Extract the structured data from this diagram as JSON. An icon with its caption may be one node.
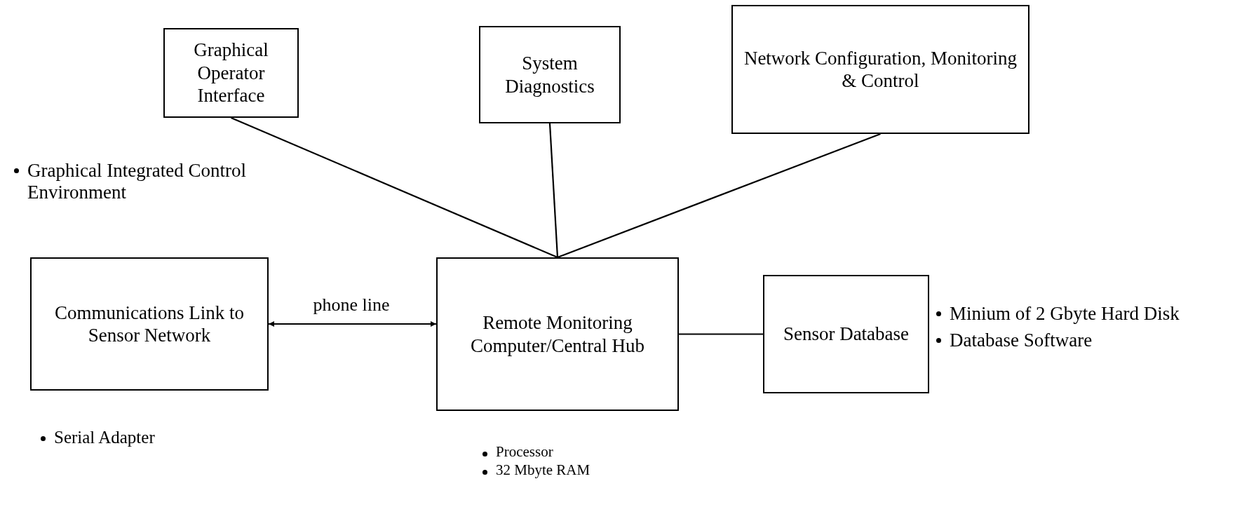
{
  "diagram": {
    "nodes": [
      {
        "text": [
          "Graphical Operator Interface"
        ]
      },
      {
        "text": [
          "System Diagnostics"
        ]
      },
      {
        "text": [
          "Network Configuration, Monitoring & Control"
        ]
      },
      {
        "text": [
          "Communications Link to Sensor Network"
        ]
      },
      {
        "text": [
          "Remote Monitoring Computer/Central Hub"
        ]
      },
      {
        "text": [
          "Sensor Database"
        ]
      }
    ],
    "edges": [
      {
        "from": 0,
        "to": 4,
        "arrow": "none"
      },
      {
        "from": 1,
        "to": 4,
        "arrow": "none"
      },
      {
        "from": 2,
        "to": 4,
        "arrow": "none"
      },
      {
        "from": 3,
        "to": 4,
        "arrow": "both",
        "label": "phone line"
      },
      {
        "from": 4,
        "to": 5,
        "arrow": "none"
      }
    ],
    "labels": [
      "Graphical Integrated Control Environment",
      "Minium of 2 Gbyte Hard Disk",
      "Database Software",
      "Serial Adapter",
      "Processor",
      "32 Mbyte RAM"
    ]
  }
}
